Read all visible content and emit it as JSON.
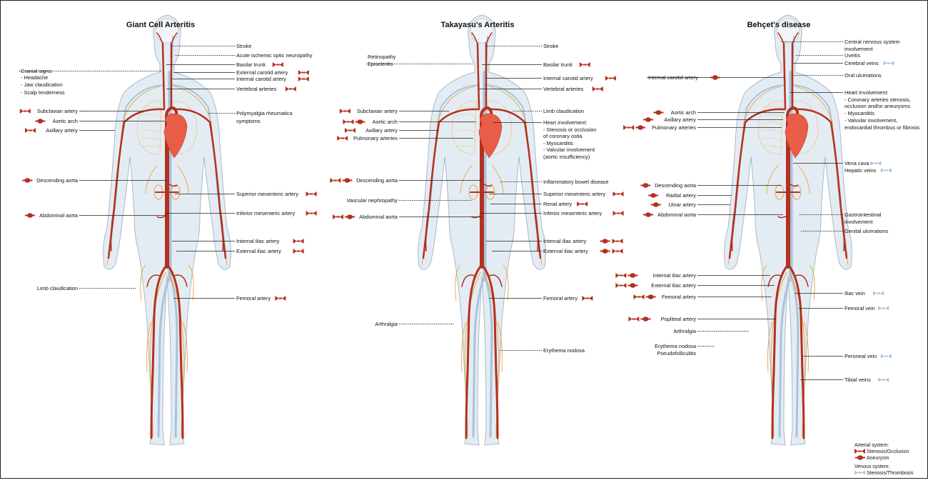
{
  "colors": {
    "artery": "#b5301e",
    "vein": "#a9c3dc",
    "nerve": "#e9a43a",
    "heart": "#e85d47",
    "skin": "#e4ecf3",
    "skin_outline": "#a9b9c9"
  },
  "panels": [
    {
      "title": "Giant Cell Arteritis",
      "labels": [
        {
          "text": "Stroke",
          "side": "right",
          "style": "dotted"
        },
        {
          "text": "Acute ischemic optic neuropathy",
          "side": "right",
          "style": "dotted"
        },
        {
          "text": "Basilar trunk",
          "side": "right",
          "style": "solid",
          "marker": "stenosis"
        },
        {
          "text": "External carotid artery",
          "side": "right",
          "style": "solid",
          "marker": "stenosis"
        },
        {
          "text": "Internal carotid artery",
          "side": "right",
          "style": "solid",
          "marker": "stenosis"
        },
        {
          "text": "Vertebral arteries",
          "side": "right",
          "style": "solid",
          "marker": "stenosis"
        },
        {
          "text": "Polymyalgia rheumatica",
          "side": "right",
          "style": "dotted"
        },
        {
          "text": "symptoms",
          "side": "right",
          "style": "none"
        },
        {
          "text": "Superior mesenteric artery",
          "side": "right",
          "style": "solid",
          "marker": "stenosis"
        },
        {
          "text": "Inferior mesenteric artery",
          "side": "right",
          "style": "solid",
          "marker": "stenosis"
        },
        {
          "text": "Internal iliac artery",
          "side": "right",
          "style": "solid",
          "marker": "stenosis"
        },
        {
          "text": "External iliac artery",
          "side": "right",
          "style": "solid",
          "marker": "stenosis"
        },
        {
          "text": "Femoral artery",
          "side": "right",
          "style": "solid",
          "marker": "stenosis"
        },
        {
          "text": "Cranial signs:",
          "side": "left",
          "style": "none"
        },
        {
          "text": "- Headache",
          "side": "left",
          "style": "none"
        },
        {
          "text": "- Jaw claudication",
          "side": "left",
          "style": "none"
        },
        {
          "text": "- Scalp tenderness",
          "side": "left",
          "style": "none"
        },
        {
          "text": "Subclavian artery",
          "side": "left",
          "style": "solid",
          "marker": "stenosis"
        },
        {
          "text": "Aortic arch",
          "side": "left",
          "style": "solid",
          "marker": "aneurysm"
        },
        {
          "text": "Axillary artery",
          "side": "left",
          "style": "solid",
          "marker": "stenosis"
        },
        {
          "text": "Descending aorta",
          "side": "left",
          "style": "solid",
          "marker": "aneurysm"
        },
        {
          "text": "Abdominal aorta",
          "side": "left",
          "style": "solid",
          "marker": "aneurysm"
        },
        {
          "text": "Limb claudication",
          "side": "left",
          "style": "dotted"
        }
      ]
    },
    {
      "title": "Takayasu's Arteritis",
      "labels": [
        {
          "text": "Stroke",
          "side": "right",
          "style": "dotted"
        },
        {
          "text": "Basilar trunk",
          "side": "right",
          "style": "solid",
          "marker": "stenosis"
        },
        {
          "text": "Internal carotid artery",
          "side": "right",
          "style": "solid",
          "marker": "stenosis"
        },
        {
          "text": "Vertebral arteries",
          "side": "right",
          "style": "solid",
          "marker": "stenosis"
        },
        {
          "text": "Limb claudication",
          "side": "right",
          "style": "dotted"
        },
        {
          "text": "Heart involvement:",
          "side": "right",
          "style": "solid"
        },
        {
          "text": "- Stenosis or occlusion",
          "side": "right",
          "style": "none"
        },
        {
          "text": "of coronary ostia",
          "side": "right",
          "style": "none"
        },
        {
          "text": "- Myocarditis",
          "side": "right",
          "style": "none"
        },
        {
          "text": "- Valvular involvement",
          "side": "right",
          "style": "none"
        },
        {
          "text": "(aortic insufficiency)",
          "side": "right",
          "style": "none"
        },
        {
          "text": "Inflammatory bowel disease",
          "side": "right",
          "style": "dotted"
        },
        {
          "text": "Superior mesenteric artery",
          "side": "right",
          "style": "solid",
          "marker": "stenosis"
        },
        {
          "text": "Renal artery",
          "side": "right",
          "style": "solid",
          "marker": "stenosis"
        },
        {
          "text": "Inferior mesenteric artery",
          "side": "right",
          "style": "solid",
          "marker": "stenosis"
        },
        {
          "text": "Internal iliac artery",
          "side": "right",
          "style": "solid",
          "marker": "both"
        },
        {
          "text": "External iliac artery",
          "side": "right",
          "style": "solid",
          "marker": "both"
        },
        {
          "text": "Femoral artery",
          "side": "right",
          "style": "solid",
          "marker": "stenosis"
        },
        {
          "text": "Erythema nodosa",
          "side": "right",
          "style": "dotted"
        },
        {
          "text": "Retinopathy",
          "side": "left",
          "style": "none"
        },
        {
          "text": "Episcleritis",
          "side": "left",
          "style": "dotted"
        },
        {
          "text": "Subclavian artery",
          "side": "left",
          "style": "solid",
          "marker": "stenosis"
        },
        {
          "text": "Aortic arch",
          "side": "left",
          "style": "solid",
          "marker": "both"
        },
        {
          "text": "Axillary artery",
          "side": "left",
          "style": "solid",
          "marker": "stenosis"
        },
        {
          "text": "Pulmonary arteries",
          "side": "left",
          "style": "solid",
          "marker": "stenosis"
        },
        {
          "text": "Descending aorta",
          "side": "left",
          "style": "solid",
          "marker": "both"
        },
        {
          "text": "Vascular nephropathy",
          "side": "left",
          "style": "dotted"
        },
        {
          "text": "Abdominal aorta",
          "side": "left",
          "style": "solid",
          "marker": "both"
        },
        {
          "text": "Arthralgia",
          "side": "left",
          "style": "dotted"
        }
      ]
    },
    {
      "title": "Behçet's disease",
      "labels": [
        {
          "text": "Central nervous system",
          "side": "right",
          "style": "dotted"
        },
        {
          "text": "involvement",
          "side": "right",
          "style": "none"
        },
        {
          "text": "Uveitis",
          "side": "right",
          "style": "dotted"
        },
        {
          "text": "Cerebral veins",
          "side": "right",
          "style": "solid",
          "marker": "vein"
        },
        {
          "text": "Oral ulcerations",
          "side": "right",
          "style": "dotted"
        },
        {
          "text": "Heart involvement:",
          "side": "right",
          "style": "solid"
        },
        {
          "text": "- Coronary arteries stenosis,",
          "side": "right",
          "style": "none"
        },
        {
          "text": "occlusion and/or aneurysms",
          "side": "right",
          "style": "none"
        },
        {
          "text": "- Myocarditis",
          "side": "right",
          "style": "none"
        },
        {
          "text": "- Valvular involvement,",
          "side": "right",
          "style": "none"
        },
        {
          "text": "endocardial thrombus or fibrosis",
          "side": "right",
          "style": "none"
        },
        {
          "text": "Vena cava",
          "side": "right",
          "style": "solid",
          "marker": "vein"
        },
        {
          "text": "Hepatic veins",
          "side": "right",
          "style": "solid",
          "marker": "vein"
        },
        {
          "text": "Gastrointestinal",
          "side": "right",
          "style": "dotted"
        },
        {
          "text": "involvement",
          "side": "right",
          "style": "none"
        },
        {
          "text": "Genital ulcerations",
          "side": "right",
          "style": "dotted"
        },
        {
          "text": "Iliac vein",
          "side": "right",
          "style": "solid",
          "marker": "vein"
        },
        {
          "text": "Femoral vein",
          "side": "right",
          "style": "solid",
          "marker": "vein"
        },
        {
          "text": "Peroneal vein",
          "side": "right",
          "style": "solid",
          "marker": "vein"
        },
        {
          "text": "Tibial veins",
          "side": "right",
          "style": "solid",
          "marker": "vein"
        },
        {
          "text": "Internal carotid artery",
          "side": "left",
          "style": "solid",
          "marker": "aneurysm"
        },
        {
          "text": "Aortic arch",
          "side": "left",
          "style": "solid",
          "marker": "aneurysm"
        },
        {
          "text": "Axillary artery",
          "side": "left",
          "style": "solid",
          "marker": "aneurysm"
        },
        {
          "text": "Pulmonary arteries",
          "side": "left",
          "style": "solid",
          "marker": "both"
        },
        {
          "text": "Descending aorta",
          "side": "left",
          "style": "solid",
          "marker": "aneurysm"
        },
        {
          "text": "Radial artery",
          "side": "left",
          "style": "solid",
          "marker": "aneurysm"
        },
        {
          "text": "Ulnar artery",
          "side": "left",
          "style": "solid",
          "marker": "aneurysm"
        },
        {
          "text": "Abdominal aorta",
          "side": "left",
          "style": "solid",
          "marker": "aneurysm"
        },
        {
          "text": "Internal iliac artery",
          "side": "left",
          "style": "solid",
          "marker": "both"
        },
        {
          "text": "External iliac artery",
          "side": "left",
          "style": "solid",
          "marker": "both"
        },
        {
          "text": "Femoral artery",
          "side": "left",
          "style": "solid",
          "marker": "both"
        },
        {
          "text": "Popliteal artery",
          "side": "left",
          "style": "solid",
          "marker": "both"
        },
        {
          "text": "Arthralgia",
          "side": "left",
          "style": "dotted"
        },
        {
          "text": "Erythema nodosa",
          "side": "left",
          "style": "dotted"
        },
        {
          "text": "Pseudofolliculitis",
          "side": "left",
          "style": "none"
        }
      ]
    }
  ],
  "legend": {
    "arterial_title": "Arterial system:",
    "stenosis_label": "Stenosis/Occlusion",
    "aneurysm_label": "Aneurysm",
    "venous_title": "Venous system:",
    "vein_label": "Stenosis/Thrombosis"
  }
}
